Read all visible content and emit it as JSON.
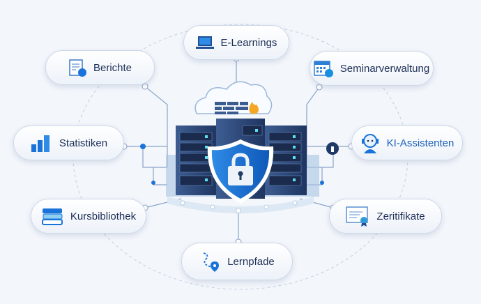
{
  "nodes": [
    {
      "id": "e-learnings",
      "label": "E-Learnings",
      "icon": "laptop-icon"
    },
    {
      "id": "berichte",
      "label": "Berichte",
      "icon": "report-icon"
    },
    {
      "id": "seminarverwaltung",
      "label": "Seminarverwaltung",
      "icon": "calendar-icon"
    },
    {
      "id": "statistiken",
      "label": "Statistiken",
      "icon": "bar-chart-icon"
    },
    {
      "id": "ki-assistenten",
      "label": "KI-Assistenten",
      "icon": "robot-icon"
    },
    {
      "id": "kursbibliothek",
      "label": "Kursbibliothek",
      "icon": "books-icon"
    },
    {
      "id": "zeritifikate",
      "label": "Zeritifikate",
      "icon": "certificate-icon"
    },
    {
      "id": "lernpfade",
      "label": "Lernpfade",
      "icon": "path-icon"
    }
  ],
  "center": {
    "icon": "shield-lock-icon",
    "servers": "server-rack-icon",
    "cloud": "cloud-firewall-icon"
  },
  "colors": {
    "accent": "#1a73d9",
    "dark": "#1e2f57",
    "server": "#2f4a78",
    "line": "#8aa4c8"
  }
}
